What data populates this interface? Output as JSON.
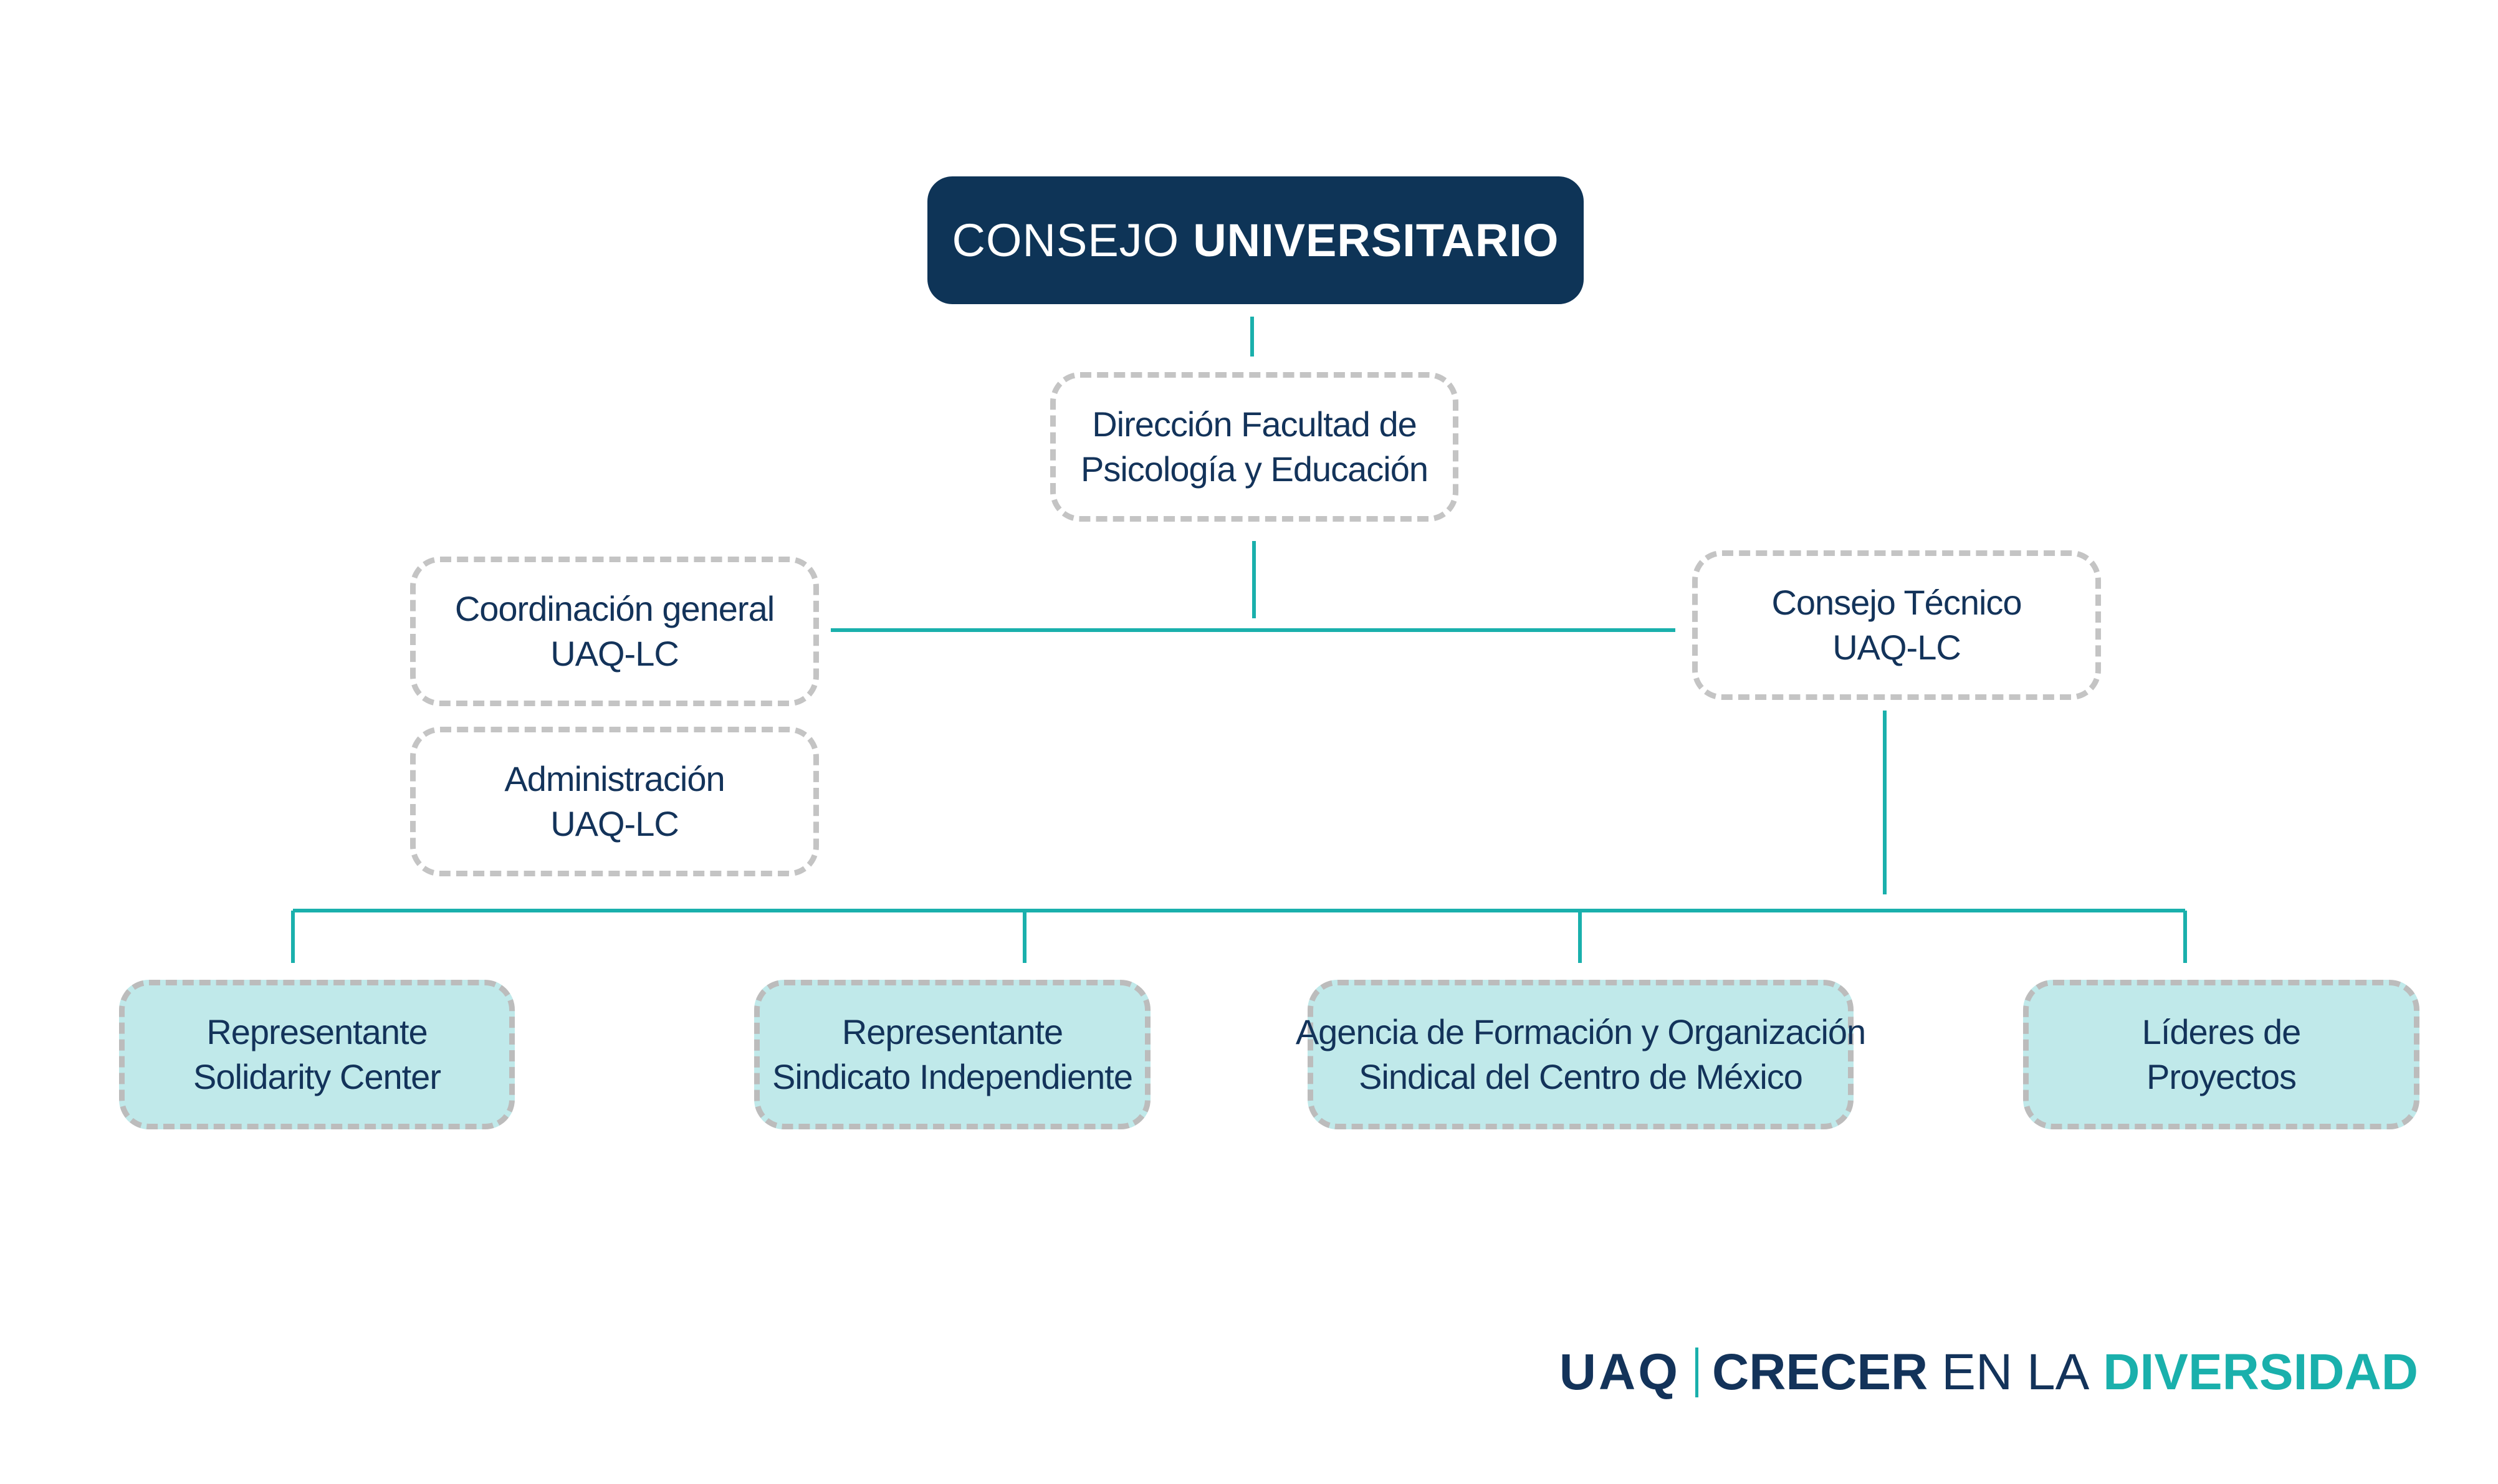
{
  "root": {
    "light": "CONSEJO",
    "bold": "UNIVERSITARIO"
  },
  "direccion": {
    "line1": "Dirección Facultad de",
    "line2": "Psicología y Educación"
  },
  "coordinacion": {
    "line1": "Coordinación general",
    "line2": "UAQ-LC"
  },
  "administracion": {
    "line1": "Administración",
    "line2": "UAQ-LC"
  },
  "consejo_tecnico": {
    "line1": "Consejo Técnico",
    "line2": "UAQ-LC"
  },
  "bottom": [
    {
      "line1": "Representante",
      "line2": "Solidarity Center"
    },
    {
      "line1": "Representante",
      "line2": "Sindicato Independiente"
    },
    {
      "line1": "Agencia de Formación y Organización",
      "line2": "Sindical del Centro de México"
    },
    {
      "line1": "Líderes de",
      "line2": "Proyectos"
    }
  ],
  "footer": {
    "uaq": "UAQ",
    "crecer": "CRECER",
    "en_la": "EN LA",
    "diversidad": "DIVERSIDAD"
  },
  "colors": {
    "navy": "#0e3457",
    "text": "#13335a",
    "teal_line": "#1ab0ac",
    "teal_fill": "#c0e9ea",
    "dash_gray": "#c4c4c4"
  }
}
